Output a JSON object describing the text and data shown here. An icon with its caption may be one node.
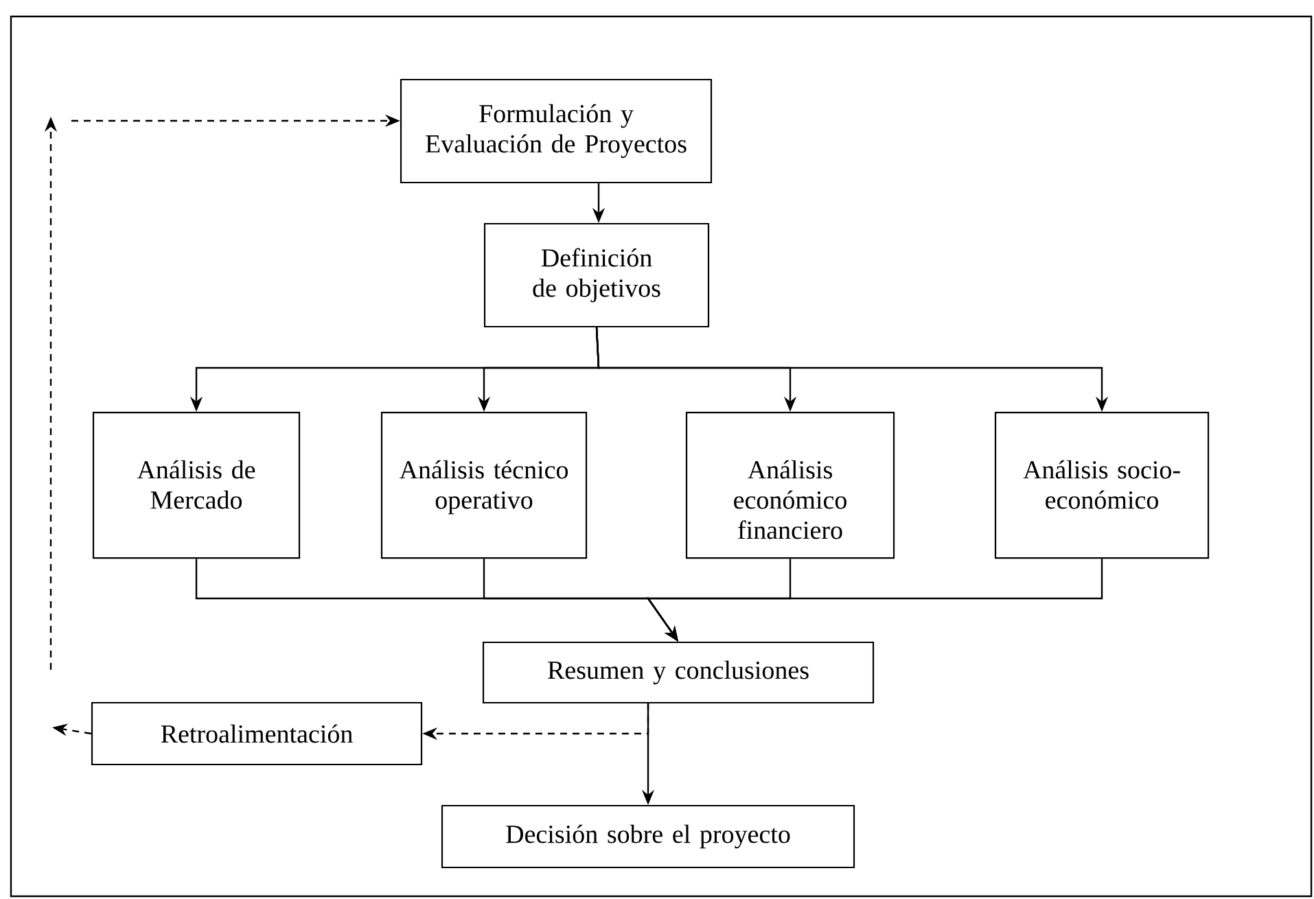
{
  "diagram": {
    "nodes": [
      {
        "text": [
          "Formulación y Evaluación de Proyectos"
        ]
      },
      {
        "text": [
          "Definición de objetivos"
        ]
      },
      {
        "text": [
          "Análisis de Mercado"
        ]
      },
      {
        "text": [
          "Análisis técnico operativo"
        ]
      },
      {
        "text": [
          "Análisis económico financiero"
        ]
      },
      {
        "text": [
          "Análisis socio-económico"
        ]
      },
      {
        "text": [
          "Resumen y conclusiones"
        ]
      },
      {
        "text": [
          "Retroalimentación"
        ]
      },
      {
        "text": [
          "Decisión sobre el proyecto"
        ]
      }
    ],
    "edges": [
      {
        "from": 0,
        "to": 1,
        "arrow": "to"
      },
      {
        "from": 1,
        "to": 2,
        "arrow": "to"
      },
      {
        "from": 1,
        "to": 3,
        "arrow": "to"
      },
      {
        "from": 1,
        "to": 4,
        "arrow": "to"
      },
      {
        "from": 1,
        "to": 5,
        "arrow": "to"
      },
      {
        "from": 2,
        "to": 6,
        "arrow": "to"
      },
      {
        "from": 3,
        "to": 6,
        "arrow": "to"
      },
      {
        "from": 4,
        "to": 6,
        "arrow": "to"
      },
      {
        "from": 5,
        "to": 6,
        "arrow": "to"
      },
      {
        "from": 6,
        "to": 8,
        "arrow": "to"
      },
      {
        "from": 6,
        "to": 7,
        "arrow": "to",
        "style": "dashed"
      },
      {
        "from": 7,
        "to": null,
        "arrow": "to",
        "style": "dashed"
      },
      {
        "from": null,
        "to": 0,
        "arrow": "to",
        "style": "dashed"
      }
    ]
  }
}
